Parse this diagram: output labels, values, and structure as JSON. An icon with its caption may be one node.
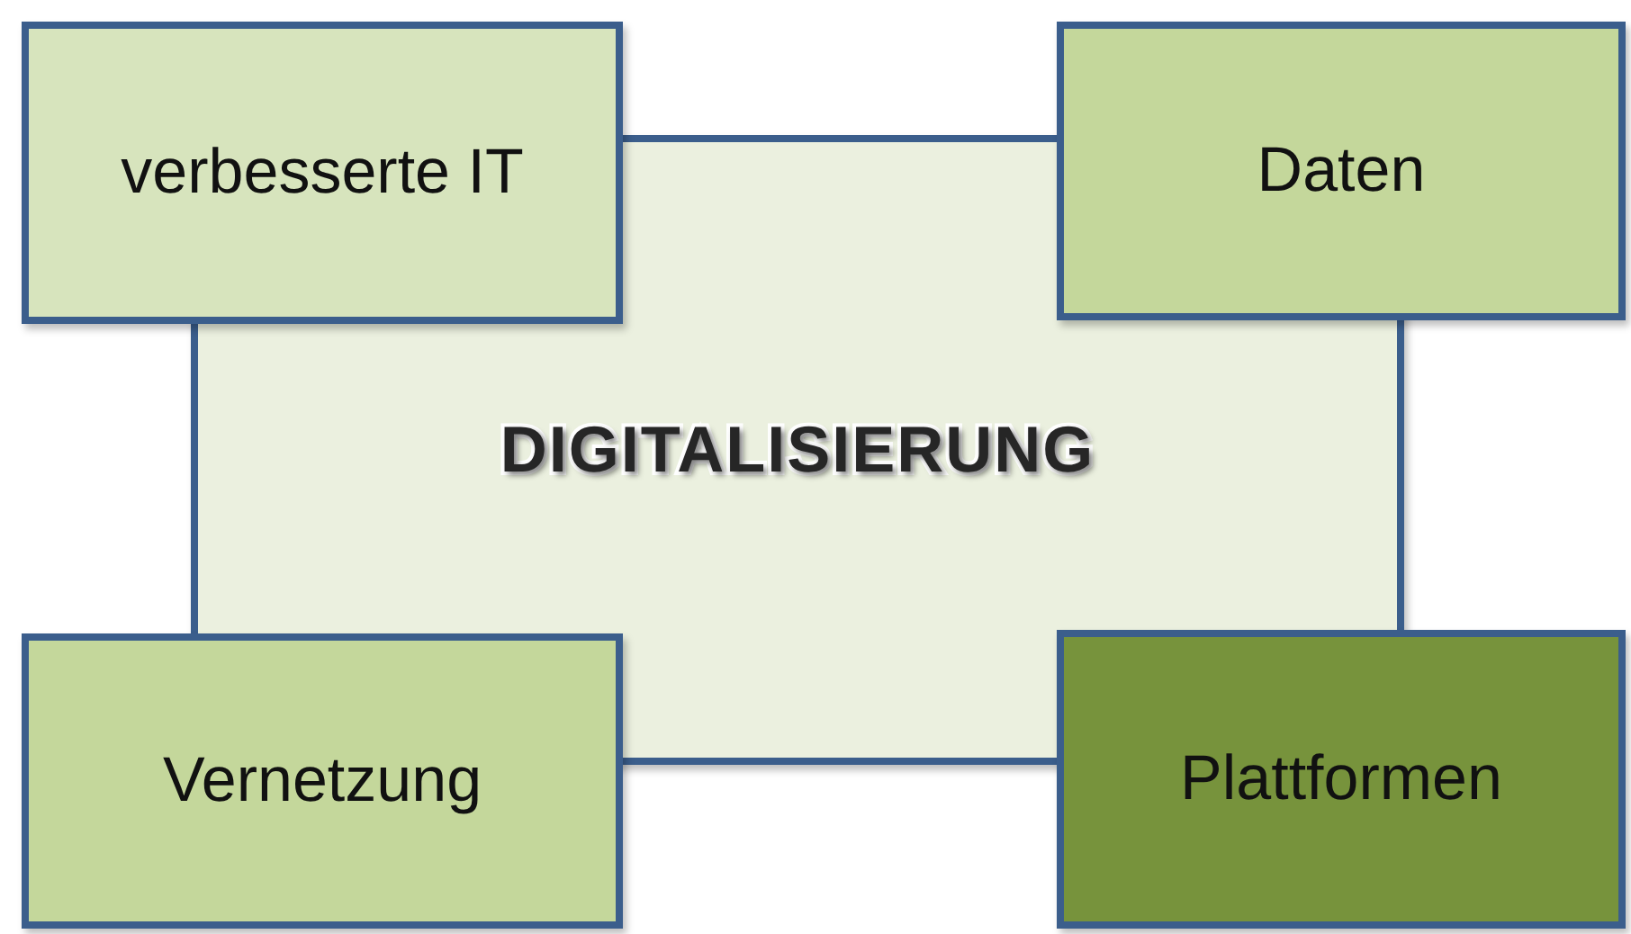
{
  "diagram": {
    "nodes": [
      {
        "text": [
          "verbesserte IT"
        ]
      },
      {
        "text": [
          "Daten"
        ]
      },
      {
        "text": [
          "DIGITALISIERUNG"
        ]
      },
      {
        "text": [
          "Vernetzung"
        ]
      },
      {
        "text": [
          "Plattformen"
        ]
      }
    ]
  }
}
